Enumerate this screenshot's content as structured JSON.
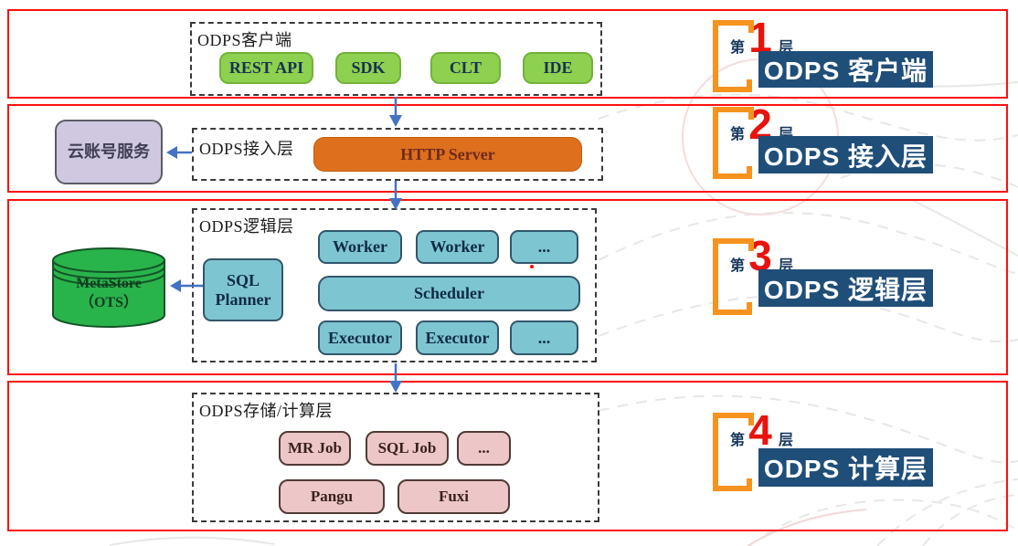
{
  "client_layer": {
    "title": "ODPS客户端",
    "items": [
      "REST API",
      "SDK",
      "CLT",
      "IDE"
    ]
  },
  "access_layer": {
    "title": "ODPS接入层",
    "server": "HTTP Server",
    "account_service": "云账号服务"
  },
  "logic_layer": {
    "title": "ODPS逻辑层",
    "planner": "SQL Planner",
    "workers": [
      "Worker",
      "Worker",
      "..."
    ],
    "scheduler": "Scheduler",
    "executors": [
      "Executor",
      "Executor",
      "..."
    ],
    "metastore": {
      "line1": "MetaStore",
      "line2": "（OTS）"
    }
  },
  "storage_layer": {
    "title": "ODPS存储/计算层",
    "jobs": [
      "MR Job",
      "SQL Job",
      "..."
    ],
    "engines": [
      "Pangu",
      "Fuxi"
    ]
  },
  "tags": [
    {
      "prefix": "第",
      "number": "1",
      "suffix": "层",
      "title": "ODPS 客户端"
    },
    {
      "prefix": "第",
      "number": "2",
      "suffix": "层",
      "title": "ODPS 接入层"
    },
    {
      "prefix": "第",
      "number": "3",
      "suffix": "层",
      "title": "ODPS 逻辑层"
    },
    {
      "prefix": "第",
      "number": "4",
      "suffix": "层",
      "title": "ODPS 计算层"
    }
  ],
  "colors": {
    "section_border": "#fe1010",
    "bracket_orange": "#f6921e",
    "number_red": "#e8130c",
    "tag_bar_navy": "#1f4e79",
    "client_green": "#8ed050",
    "server_orange": "#dd6f1d",
    "logic_teal": "#7ec5d2",
    "compute_pink": "#edc6c8",
    "account_lavender": "#cfc8e0",
    "metastore_green": "#29b34b",
    "arrow_blue": "#4472c4"
  }
}
